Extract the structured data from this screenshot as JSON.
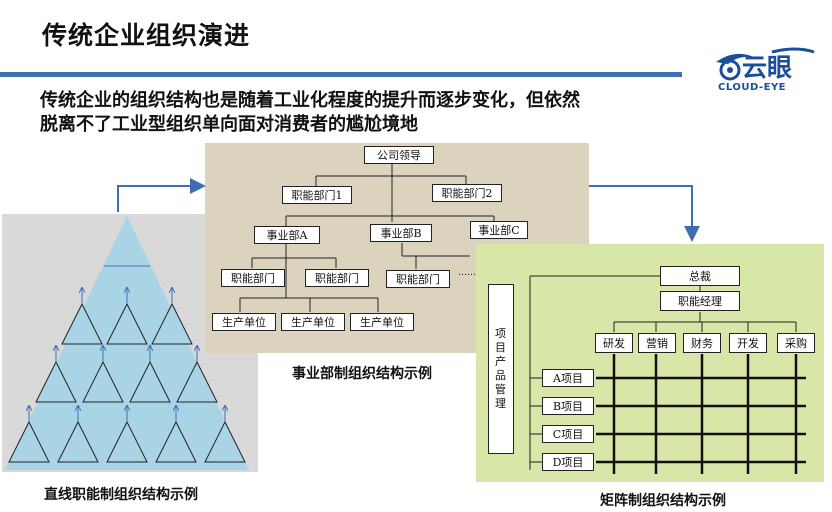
{
  "title": "传统企业组织演进",
  "logo": {
    "main": "云眼",
    "sub": "CLOUD-EYE"
  },
  "subtitle": {
    "line1": "传统企业的组织结构也是随着工业化程度的提升而逐步变化，但依然",
    "line2": "脱离不了工业型组织单向面对消费者的尴尬境地"
  },
  "captions": {
    "pyramid": "直线职能制组织结构示例",
    "division": "事业部制组织结构示例",
    "matrix": "矩阵制组织结构示例"
  },
  "division_chart": {
    "top": "公司领导",
    "functions": [
      "职能部门1",
      "职能部门2"
    ],
    "units": [
      "事业部A",
      "事业部B",
      "事业部C"
    ],
    "depts": [
      "职能部门",
      "职能部门",
      "职能部门"
    ],
    "production": [
      "生产单位",
      "生产单位",
      "生产单位"
    ],
    "ellipsis": "……"
  },
  "matrix_chart": {
    "top": "总裁",
    "manager": "职能经理",
    "functions": [
      "研发",
      "营销",
      "财务",
      "开发",
      "采购"
    ],
    "side": "项目产品管理",
    "projects": [
      "A项目",
      "B项目",
      "C项目",
      "D项目"
    ]
  },
  "colors": {
    "accent": "#3f6fb0",
    "pyramid": "#a9d4e6",
    "division_bg": "#dcd3bf",
    "matrix_bg": "#d8e6a8"
  }
}
